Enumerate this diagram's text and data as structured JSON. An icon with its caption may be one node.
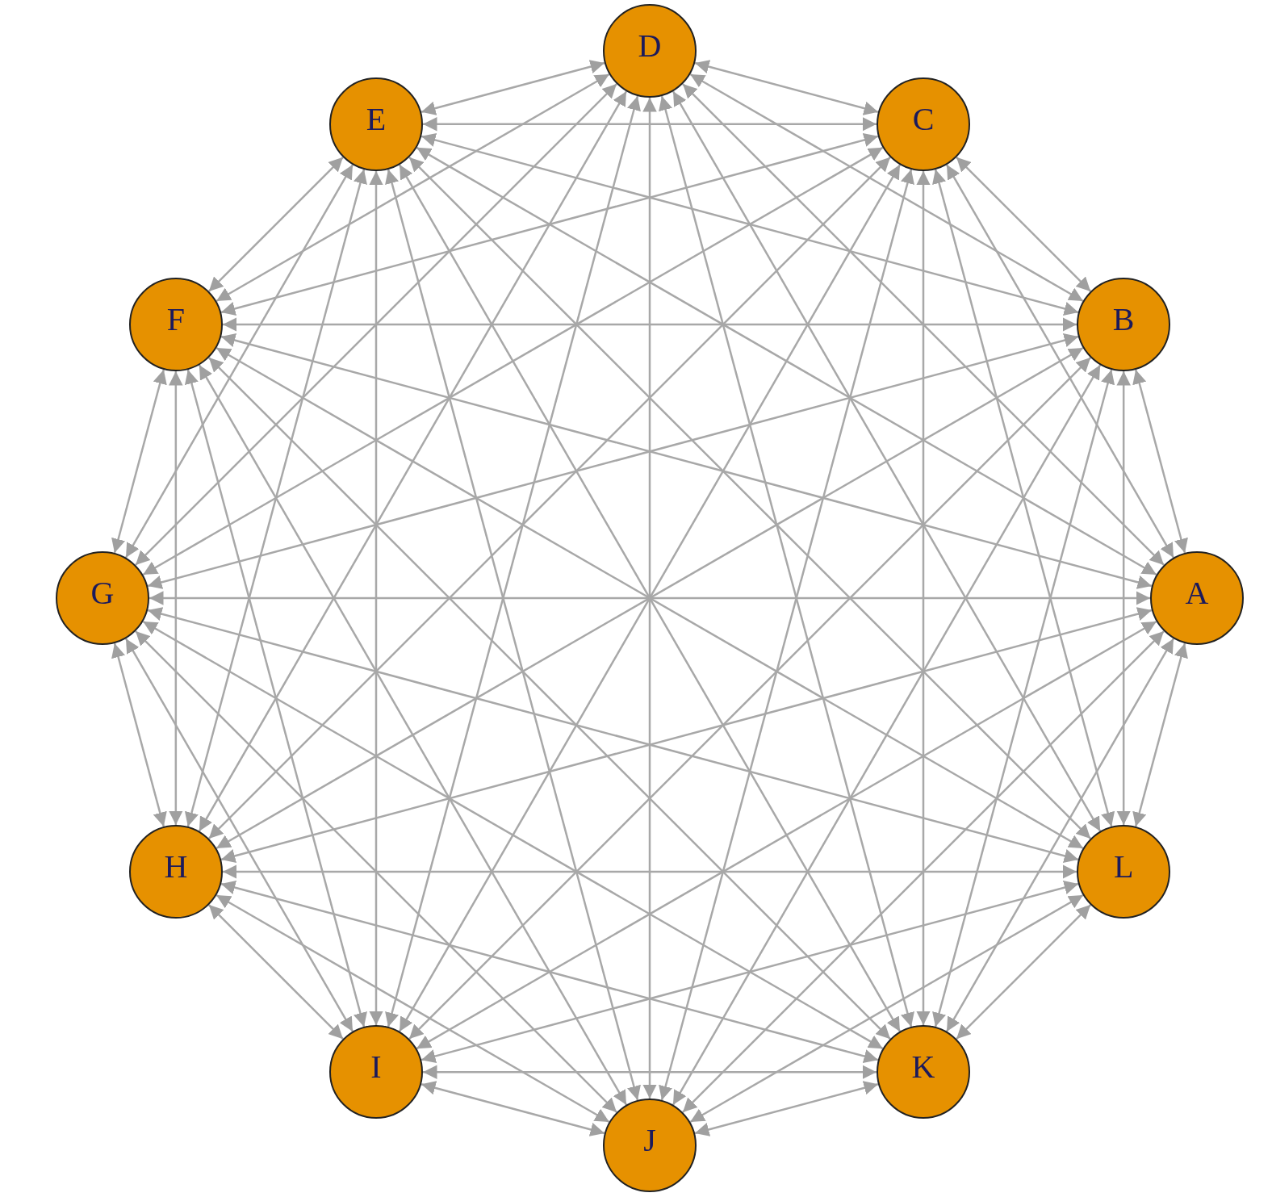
{
  "diagram": {
    "nodes": [
      {
        "text": [
          "A"
        ]
      },
      {
        "text": [
          "B"
        ]
      },
      {
        "text": [
          "C"
        ]
      },
      {
        "text": [
          "D"
        ]
      },
      {
        "text": [
          "E"
        ]
      },
      {
        "text": [
          "F"
        ]
      },
      {
        "text": [
          "G"
        ]
      },
      {
        "text": [
          "H"
        ]
      },
      {
        "text": [
          "I"
        ]
      },
      {
        "text": [
          "J"
        ]
      },
      {
        "text": [
          "K"
        ]
      },
      {
        "text": [
          "L"
        ]
      }
    ],
    "edges": [
      {
        "from": 0,
        "to": 1,
        "arrow": "both"
      },
      {
        "from": 0,
        "to": 2,
        "arrow": "both"
      },
      {
        "from": 0,
        "to": 3,
        "arrow": "both"
      },
      {
        "from": 0,
        "to": 4,
        "arrow": "both"
      },
      {
        "from": 0,
        "to": 5,
        "arrow": "both"
      },
      {
        "from": 0,
        "to": 6,
        "arrow": "both"
      },
      {
        "from": 0,
        "to": 7,
        "arrow": "both"
      },
      {
        "from": 0,
        "to": 8,
        "arrow": "both"
      },
      {
        "from": 0,
        "to": 9,
        "arrow": "both"
      },
      {
        "from": 0,
        "to": 10,
        "arrow": "both"
      },
      {
        "from": 0,
        "to": 11,
        "arrow": "both"
      },
      {
        "from": 1,
        "to": 2,
        "arrow": "both"
      },
      {
        "from": 1,
        "to": 3,
        "arrow": "both"
      },
      {
        "from": 1,
        "to": 4,
        "arrow": "both"
      },
      {
        "from": 1,
        "to": 5,
        "arrow": "both"
      },
      {
        "from": 1,
        "to": 6,
        "arrow": "both"
      },
      {
        "from": 1,
        "to": 7,
        "arrow": "both"
      },
      {
        "from": 1,
        "to": 8,
        "arrow": "both"
      },
      {
        "from": 1,
        "to": 9,
        "arrow": "both"
      },
      {
        "from": 1,
        "to": 10,
        "arrow": "both"
      },
      {
        "from": 1,
        "to": 11,
        "arrow": "both"
      },
      {
        "from": 2,
        "to": 3,
        "arrow": "both"
      },
      {
        "from": 2,
        "to": 4,
        "arrow": "both"
      },
      {
        "from": 2,
        "to": 5,
        "arrow": "both"
      },
      {
        "from": 2,
        "to": 6,
        "arrow": "both"
      },
      {
        "from": 2,
        "to": 7,
        "arrow": "both"
      },
      {
        "from": 2,
        "to": 8,
        "arrow": "both"
      },
      {
        "from": 2,
        "to": 9,
        "arrow": "both"
      },
      {
        "from": 2,
        "to": 10,
        "arrow": "both"
      },
      {
        "from": 2,
        "to": 11,
        "arrow": "both"
      },
      {
        "from": 3,
        "to": 4,
        "arrow": "both"
      },
      {
        "from": 3,
        "to": 5,
        "arrow": "both"
      },
      {
        "from": 3,
        "to": 6,
        "arrow": "both"
      },
      {
        "from": 3,
        "to": 7,
        "arrow": "both"
      },
      {
        "from": 3,
        "to": 8,
        "arrow": "both"
      },
      {
        "from": 3,
        "to": 9,
        "arrow": "both"
      },
      {
        "from": 3,
        "to": 10,
        "arrow": "both"
      },
      {
        "from": 3,
        "to": 11,
        "arrow": "both"
      },
      {
        "from": 4,
        "to": 5,
        "arrow": "both"
      },
      {
        "from": 4,
        "to": 6,
        "arrow": "both"
      },
      {
        "from": 4,
        "to": 7,
        "arrow": "both"
      },
      {
        "from": 4,
        "to": 8,
        "arrow": "both"
      },
      {
        "from": 4,
        "to": 9,
        "arrow": "both"
      },
      {
        "from": 4,
        "to": 10,
        "arrow": "both"
      },
      {
        "from": 4,
        "to": 11,
        "arrow": "both"
      },
      {
        "from": 5,
        "to": 6,
        "arrow": "both"
      },
      {
        "from": 5,
        "to": 7,
        "arrow": "both"
      },
      {
        "from": 5,
        "to": 8,
        "arrow": "both"
      },
      {
        "from": 5,
        "to": 9,
        "arrow": "both"
      },
      {
        "from": 5,
        "to": 10,
        "arrow": "both"
      },
      {
        "from": 5,
        "to": 11,
        "arrow": "both"
      },
      {
        "from": 6,
        "to": 7,
        "arrow": "both"
      },
      {
        "from": 6,
        "to": 8,
        "arrow": "both"
      },
      {
        "from": 6,
        "to": 9,
        "arrow": "both"
      },
      {
        "from": 6,
        "to": 10,
        "arrow": "both"
      },
      {
        "from": 6,
        "to": 11,
        "arrow": "both"
      },
      {
        "from": 7,
        "to": 8,
        "arrow": "both"
      },
      {
        "from": 7,
        "to": 9,
        "arrow": "both"
      },
      {
        "from": 7,
        "to": 10,
        "arrow": "both"
      },
      {
        "from": 7,
        "to": 11,
        "arrow": "both"
      },
      {
        "from": 8,
        "to": 9,
        "arrow": "both"
      },
      {
        "from": 8,
        "to": 10,
        "arrow": "both"
      },
      {
        "from": 8,
        "to": 11,
        "arrow": "both"
      },
      {
        "from": 9,
        "to": 10,
        "arrow": "both"
      },
      {
        "from": 9,
        "to": 11,
        "arrow": "both"
      },
      {
        "from": 10,
        "to": 11,
        "arrow": "both"
      }
    ]
  }
}
